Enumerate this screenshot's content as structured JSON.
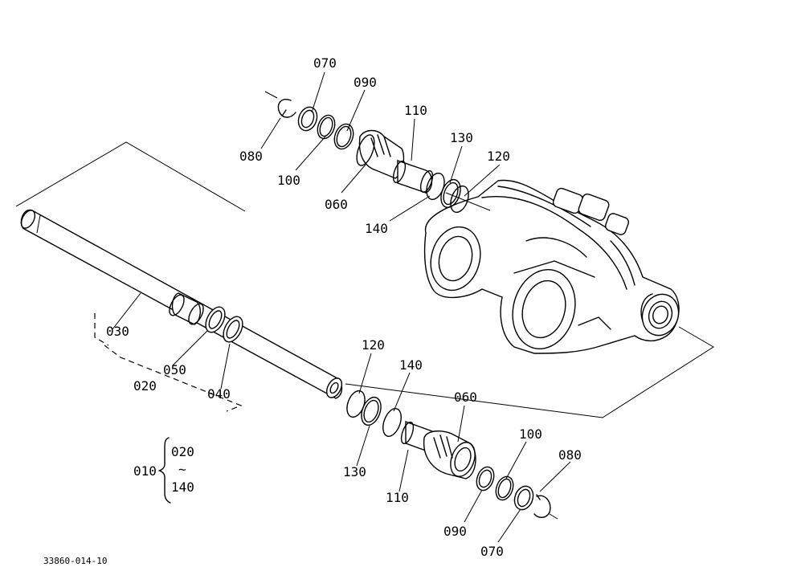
{
  "drawing_number": "33860-014-10",
  "callouts": {
    "top": {
      "p070": "070",
      "p090": "090",
      "p110": "110",
      "p130": "130",
      "p120": "120",
      "p080": "080",
      "p100": "100",
      "p060": "060",
      "p140": "140"
    },
    "shaft": {
      "p030": "030",
      "p050": "050",
      "p020": "020",
      "p040": "040"
    },
    "bottom": {
      "p120": "120",
      "p140": "140",
      "p060": "060",
      "p100": "100",
      "p080": "080",
      "p130": "130",
      "p110": "110",
      "p090": "090",
      "p070": "070"
    },
    "assembly_key": {
      "assembly": "010",
      "range_start": "020",
      "range_sep": "~",
      "range_end": "140"
    }
  }
}
